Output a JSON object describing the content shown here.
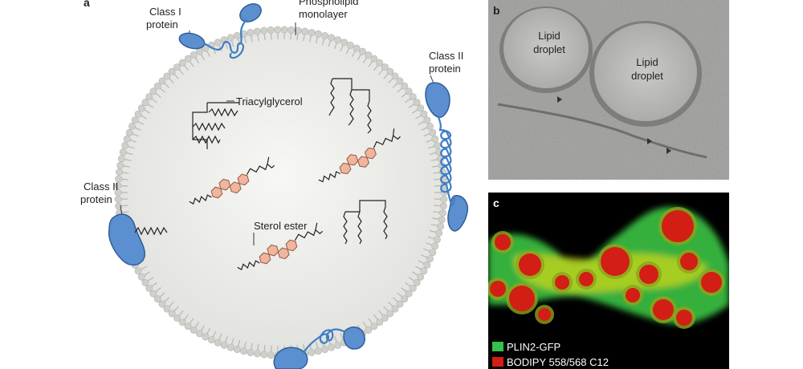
{
  "panels": {
    "a": {
      "letter": "a",
      "labels": {
        "phospholipid_line1": "Phospholipid",
        "phospholipid_line2": "monolayer",
        "class1_line1": "Class I",
        "class1_line2": "protein",
        "class2_right_line1": "Class II",
        "class2_right_line2": "protein",
        "class2_left_line1": "Class II",
        "class2_left_line2": "protein",
        "triacylglycerol": "Triacylglycerol",
        "sterol_ester": "Sterol ester"
      }
    },
    "b": {
      "letter": "b",
      "droplet1_line1": "Lipid",
      "droplet1_line2": "droplet",
      "droplet2_line1": "Lipid",
      "droplet2_line2": "droplet"
    },
    "c": {
      "letter": "c",
      "legend": [
        {
          "label": "PLIN2-GFP",
          "color": "#33c24a"
        },
        {
          "label": "BODIPY 558/568 C12",
          "color": "#d21e14"
        }
      ]
    }
  },
  "colors": {
    "droplet_fill": "#e9e9e6",
    "lipid_head": "#cfcfcb",
    "protein": "#5b8fcf",
    "sterol_ring": "#f2b49b",
    "micrograph_bg": "#9a9a98",
    "fluorescence_bg": "#000000"
  }
}
